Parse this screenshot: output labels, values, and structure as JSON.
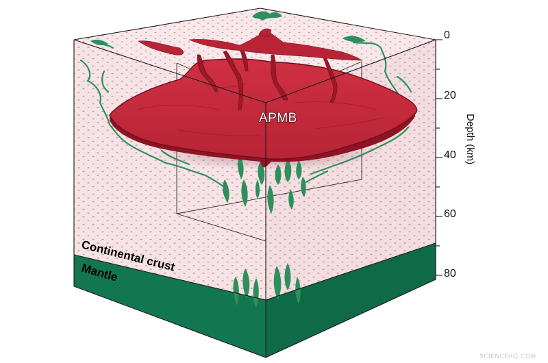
{
  "labels": {
    "magma_body": "APMB",
    "crust": "Continental crust",
    "mantle": "Mantle"
  },
  "depth_axis": {
    "title": "Depth (km)",
    "ticks": [
      "0",
      "20",
      "40",
      "60",
      "80"
    ]
  },
  "credit": "SCIENCEAQ.COM",
  "colors": {
    "crust": "#f7e3e6",
    "crust_dots": "#b9a4a8",
    "mantle": "#127650",
    "mantle_side": "#0e5f40",
    "magma": "#c42a3c",
    "magma_dark": "#8e1424",
    "melt_green": "#2e8f5c"
  }
}
